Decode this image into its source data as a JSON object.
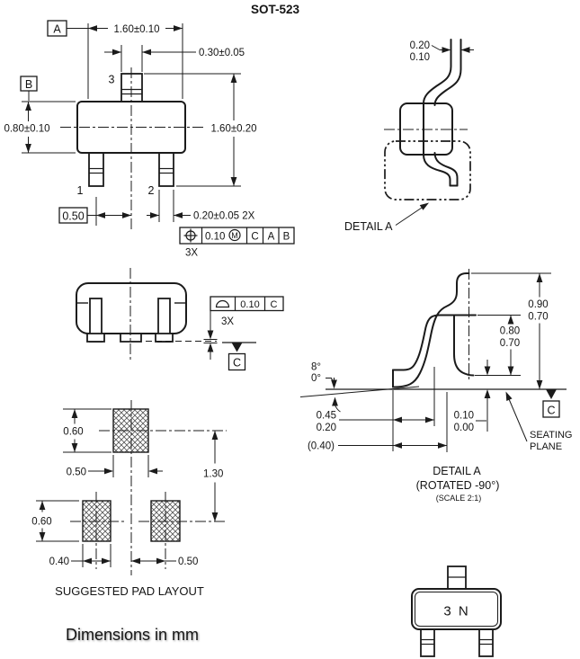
{
  "title": "SOT-523",
  "top_view": {
    "datum_a": "A",
    "datum_b": "B",
    "body_width": "1.60±0.10",
    "lead3_width": "0.30±0.05",
    "body_depth": "0.80±0.10",
    "overall_height": "1.60±0.20",
    "pin1": "1",
    "pin2": "2",
    "pin3": "3",
    "pitch": "0.50",
    "lead_width": "0.20±0.05 2X",
    "position_fcf": {
      "symbol": "position-icon",
      "tolerance": "0.10",
      "modifier": "M",
      "datum_c": "C",
      "datum_a": "A",
      "datum_b": "B",
      "count": "3X"
    }
  },
  "lead_detail_callout": {
    "thickness_max": "0.20",
    "thickness_min": "0.10",
    "label": "DETAIL A"
  },
  "front_view": {
    "profile_fcf": {
      "symbol": "profile-of-surface-icon",
      "tolerance": "0.10",
      "datum": "C",
      "count": "3X"
    },
    "datum_c": "C"
  },
  "detail_a": {
    "angle_max": "8°",
    "angle_min": "0°",
    "overall_height_max": "0.90",
    "overall_height_min": "0.70",
    "lead_height_max": "0.80",
    "lead_height_min": "0.70",
    "standoff_max": "0.10",
    "standoff_min": "0.00",
    "foot_length_max": "0.45",
    "foot_length_min": "0.20",
    "foot_ref": "(0.40)",
    "datum_c": "C",
    "seating_plane_line1": "SEATING",
    "seating_plane_line2": "PLANE",
    "title": "DETAIL A",
    "subtitle": "(ROTATED -90°)",
    "scale_note": "(SCALE 2:1)"
  },
  "pad_layout": {
    "pad3_height": "0.60",
    "pad3_width": "0.50",
    "row_pitch": "1.30",
    "pad1_height": "0.60",
    "pad1_width": "0.40",
    "pad2_offset": "0.50",
    "caption": "SUGGESTED PAD LAYOUT"
  },
  "marking_view": {
    "marking": "3 N"
  },
  "footer": {
    "units_note": "Dimensions in mm"
  }
}
